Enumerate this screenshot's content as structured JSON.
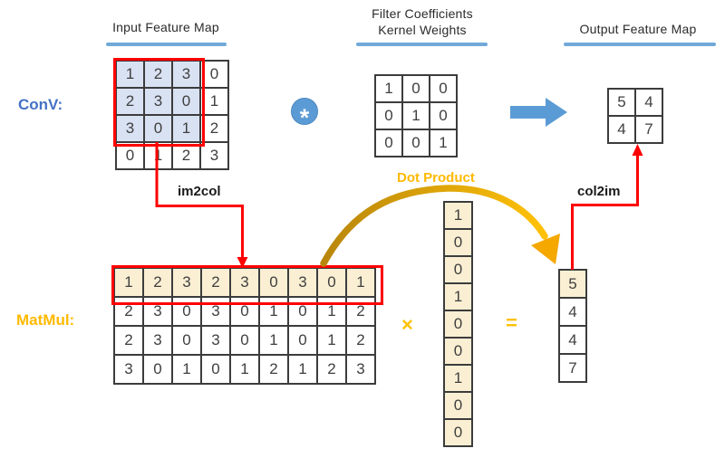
{
  "labels": {
    "input_title": "Input Feature Map",
    "filter_title_line1": "Filter Coefficients",
    "filter_title_line2": "Kernel Weights",
    "output_title": "Output Feature Map",
    "conv": "ConV:",
    "matmul": "MatMul:",
    "im2col": "im2col",
    "col2im": "col2im",
    "dot_product": "Dot Product",
    "conv_operator": "*",
    "multiply_operator": "×",
    "equals_operator": "="
  },
  "colors": {
    "accent_blue": "#5B9BD5",
    "title_underline_blue": "#71A9D9",
    "conv_text_blue": "#4472C4",
    "gold": "#FFB900",
    "arrow_gold_dark": "#B8860B",
    "arrow_gold_bright": "#FFC107",
    "red": "#FF0000",
    "highlight_blue": "#D9E2F3",
    "highlight_cream": "#FAEFD3",
    "grid_line": "#3c3c3c"
  },
  "grids": {
    "input": {
      "rows": [
        [
          1,
          2,
          3,
          0
        ],
        [
          2,
          3,
          0,
          1
        ],
        [
          3,
          0,
          1,
          2
        ],
        [
          0,
          1,
          2,
          3
        ]
      ],
      "highlight": {
        "rows": [
          0,
          1,
          2
        ],
        "cols": [
          0,
          1,
          2
        ]
      }
    },
    "kernel": {
      "rows": [
        [
          1,
          0,
          0
        ],
        [
          0,
          1,
          0
        ],
        [
          0,
          0,
          1
        ]
      ]
    },
    "output": {
      "rows": [
        [
          5,
          4
        ],
        [
          4,
          7
        ]
      ]
    },
    "matmul": {
      "rows": [
        [
          1,
          2,
          3,
          2,
          3,
          0,
          3,
          0,
          1
        ],
        [
          2,
          3,
          0,
          3,
          0,
          1,
          0,
          1,
          2
        ],
        [
          2,
          3,
          0,
          3,
          0,
          1,
          0,
          1,
          2
        ],
        [
          3,
          0,
          1,
          0,
          1,
          2,
          1,
          2,
          3
        ]
      ],
      "highlight": {
        "rows": [
          0
        ]
      }
    },
    "kernel_vector": {
      "rows": [
        [
          1
        ],
        [
          0
        ],
        [
          0
        ],
        [
          1
        ],
        [
          0
        ],
        [
          0
        ],
        [
          1
        ],
        [
          0
        ],
        [
          0
        ]
      ],
      "highlight": {
        "rows": [
          0,
          1,
          2,
          3,
          4,
          5,
          6,
          7,
          8
        ]
      }
    },
    "result_vector": {
      "rows": [
        [
          5
        ],
        [
          4
        ],
        [
          4
        ],
        [
          7
        ]
      ],
      "highlight": {
        "rows": [
          0
        ]
      }
    }
  }
}
